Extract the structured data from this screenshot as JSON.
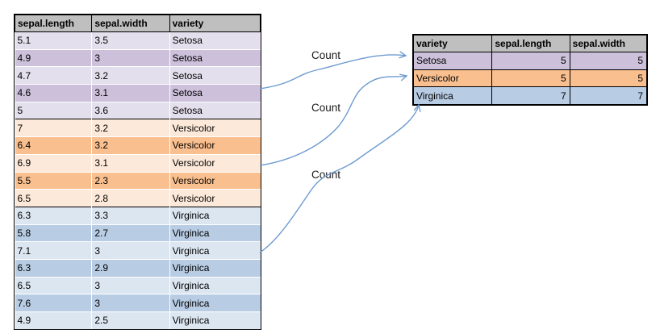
{
  "colors": {
    "header_bg": "#BFBFBF",
    "setosa_light": "#E4DFEC",
    "setosa_dark": "#CCC0DA",
    "versicolor_light": "#FDE9D9",
    "versicolor_dark": "#FABF8F",
    "virginica_light": "#DCE6F1",
    "virginica_dark": "#B8CCE4",
    "border_black": "#000000",
    "arrow_color": "#6E9BD0"
  },
  "source_table": {
    "headers": [
      "sepal.length",
      "sepal.width",
      "variety"
    ],
    "rows": [
      {
        "sepal_length": "5.1",
        "sepal_width": "3.5",
        "variety": "Setosa"
      },
      {
        "sepal_length": "4.9",
        "sepal_width": "3",
        "variety": "Setosa"
      },
      {
        "sepal_length": "4.7",
        "sepal_width": "3.2",
        "variety": "Setosa"
      },
      {
        "sepal_length": "4.6",
        "sepal_width": "3.1",
        "variety": "Setosa"
      },
      {
        "sepal_length": "5",
        "sepal_width": "3.6",
        "variety": "Setosa"
      },
      {
        "sepal_length": "7",
        "sepal_width": "3.2",
        "variety": "Versicolor"
      },
      {
        "sepal_length": "6.4",
        "sepal_width": "3.2",
        "variety": "Versicolor"
      },
      {
        "sepal_length": "6.9",
        "sepal_width": "3.1",
        "variety": "Versicolor"
      },
      {
        "sepal_length": "5.5",
        "sepal_width": "2.3",
        "variety": "Versicolor"
      },
      {
        "sepal_length": "6.5",
        "sepal_width": "2.8",
        "variety": "Versicolor"
      },
      {
        "sepal_length": "6.3",
        "sepal_width": "3.3",
        "variety": "Virginica"
      },
      {
        "sepal_length": "5.8",
        "sepal_width": "2.7",
        "variety": "Virginica"
      },
      {
        "sepal_length": "7.1",
        "sepal_width": "3",
        "variety": "Virginica"
      },
      {
        "sepal_length": "6.3",
        "sepal_width": "2.9",
        "variety": "Virginica"
      },
      {
        "sepal_length": "6.5",
        "sepal_width": "3",
        "variety": "Virginica"
      },
      {
        "sepal_length": "7.6",
        "sepal_width": "3",
        "variety": "Virginica"
      },
      {
        "sepal_length": "4.9",
        "sepal_width": "2.5",
        "variety": "Virginica"
      }
    ]
  },
  "summary_table": {
    "headers": [
      "variety",
      "sepal.length",
      "sepal.width"
    ],
    "rows": [
      {
        "variety": "Setosa",
        "sepal_length": "5",
        "sepal_width": "5"
      },
      {
        "variety": "Versicolor",
        "sepal_length": "5",
        "sepal_width": "5"
      },
      {
        "variety": "Virginica",
        "sepal_length": "7",
        "sepal_width": "7"
      }
    ]
  },
  "annotations": [
    {
      "label": "Count"
    },
    {
      "label": "Count"
    },
    {
      "label": "Count"
    }
  ]
}
